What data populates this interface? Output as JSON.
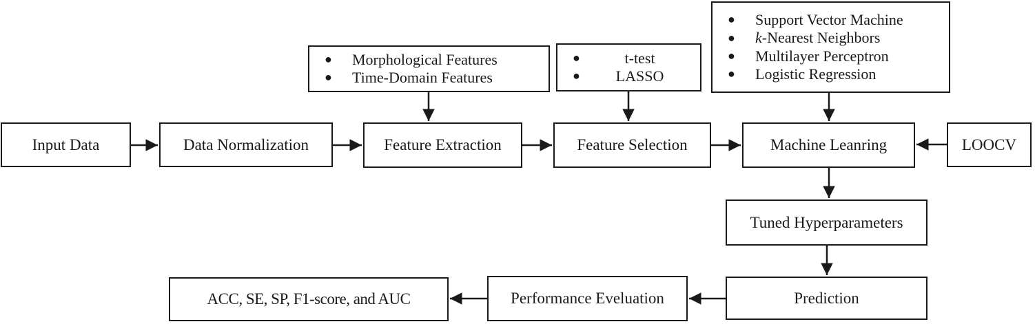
{
  "colors": {
    "line": "#1a1a1a",
    "background": "#ffffff"
  },
  "nodes": {
    "input_data": "Input Data",
    "data_normalization": "Data Normalization",
    "feature_extraction": "Feature Extraction",
    "feature_selection": "Feature Selection",
    "machine_learning": "Machine Leanring",
    "loocv": "LOOCV",
    "tuned_hyperparameters": "Tuned Hyperparameters",
    "prediction": "Prediction",
    "performance_evaluation": "Performance Eveluation",
    "metrics": "ACC, SE, SP, F1-score, and AUC"
  },
  "lists": {
    "feature_types": {
      "bullet": "●",
      "items": [
        "Morphological Features",
        "Time-Domain Features"
      ]
    },
    "selection_methods": {
      "bullet": "●",
      "items": [
        "t-test",
        "LASSO"
      ]
    },
    "ml_models": {
      "bullet": "●",
      "items_html": [
        "Support Vector Machine",
        "<i>k</i>-Nearest Neighbors",
        "Multilayer Perceptron",
        "Logistic Regression"
      ]
    }
  }
}
